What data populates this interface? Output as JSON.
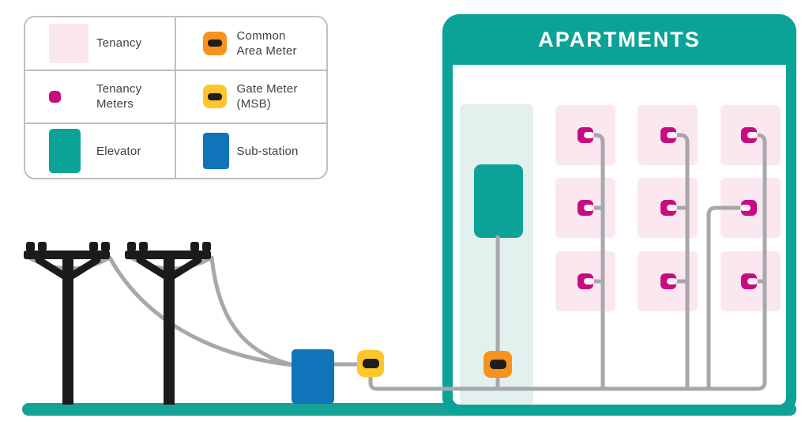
{
  "legend": {
    "items": [
      {
        "id": "tenancy",
        "label": "Tenancy",
        "swatch": "pink-square",
        "color": "#fbe7f0"
      },
      {
        "id": "common-area-meter",
        "label": "Common Area Meter",
        "swatch": "orange-meter-icon",
        "color": "#f6921e"
      },
      {
        "id": "tenancy-meters",
        "label": "Tenancy Meters",
        "swatch": "magenta-square",
        "color": "#c80c80"
      },
      {
        "id": "gate-meter-msb",
        "label": "Gate Meter (MSB)",
        "swatch": "yellow-meter-icon",
        "color": "#fec62b"
      },
      {
        "id": "elevator",
        "label": "Elevator",
        "swatch": "teal-rectangle",
        "color": "#0ba397"
      },
      {
        "id": "sub-station",
        "label": "Sub-station",
        "swatch": "blue-rectangle",
        "color": "#0f74ba"
      }
    ]
  },
  "building": {
    "title": "APARTMENTS",
    "floors": 3,
    "tenancies_per_floor": 3,
    "tenancy_count": 9,
    "tenancy_meter_count": 9,
    "common_area_meter_count": 1,
    "gate_meter_count": 1,
    "elevator_count": 1
  },
  "exterior": {
    "power_pole_count": 2,
    "substation_count": 1
  },
  "colors": {
    "teal": "#0ba397",
    "pale_teal_shaft": "#e2f1ee",
    "tenancy_pink": "#fbe7f0",
    "tenancy_meter_magenta": "#c80c80",
    "common_area_meter_orange": "#f6921e",
    "gate_meter_yellow": "#fec62b",
    "substation_blue": "#0f74ba",
    "wire_gray": "#a6a8ab",
    "pole_black": "#1b1b1b",
    "legend_border_gray": "#bdbfc1",
    "text_gray": "#3f4042"
  }
}
